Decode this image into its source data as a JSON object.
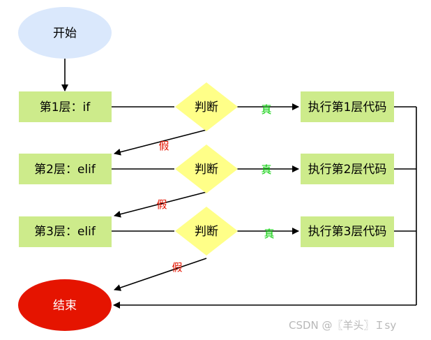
{
  "diagram": {
    "start": {
      "label": "开始",
      "fill": "#dae8fc"
    },
    "end": {
      "label": "结束",
      "fill": "#e51400",
      "text_color": "#ffffff"
    },
    "levels": [
      {
        "condition": "第1层：if",
        "decision": "判断",
        "true_label": "真",
        "action": "执行第1层代码",
        "false_label": "假"
      },
      {
        "condition": "第2层：elif",
        "decision": "判断",
        "true_label": "真",
        "action": "执行第2层代码",
        "false_label": "假"
      },
      {
        "condition": "第3层：elif",
        "decision": "判断",
        "true_label": "真",
        "action": "执行第3层代码",
        "false_label": "假"
      }
    ],
    "colors": {
      "process_fill": "#cdeb8b",
      "decision_fill": "#ffff88",
      "true_text": "#00cc00",
      "false_text": "#e51400",
      "line": "#000000"
    }
  },
  "watermark": "CSDN @〖羊头〗Ｉsy"
}
